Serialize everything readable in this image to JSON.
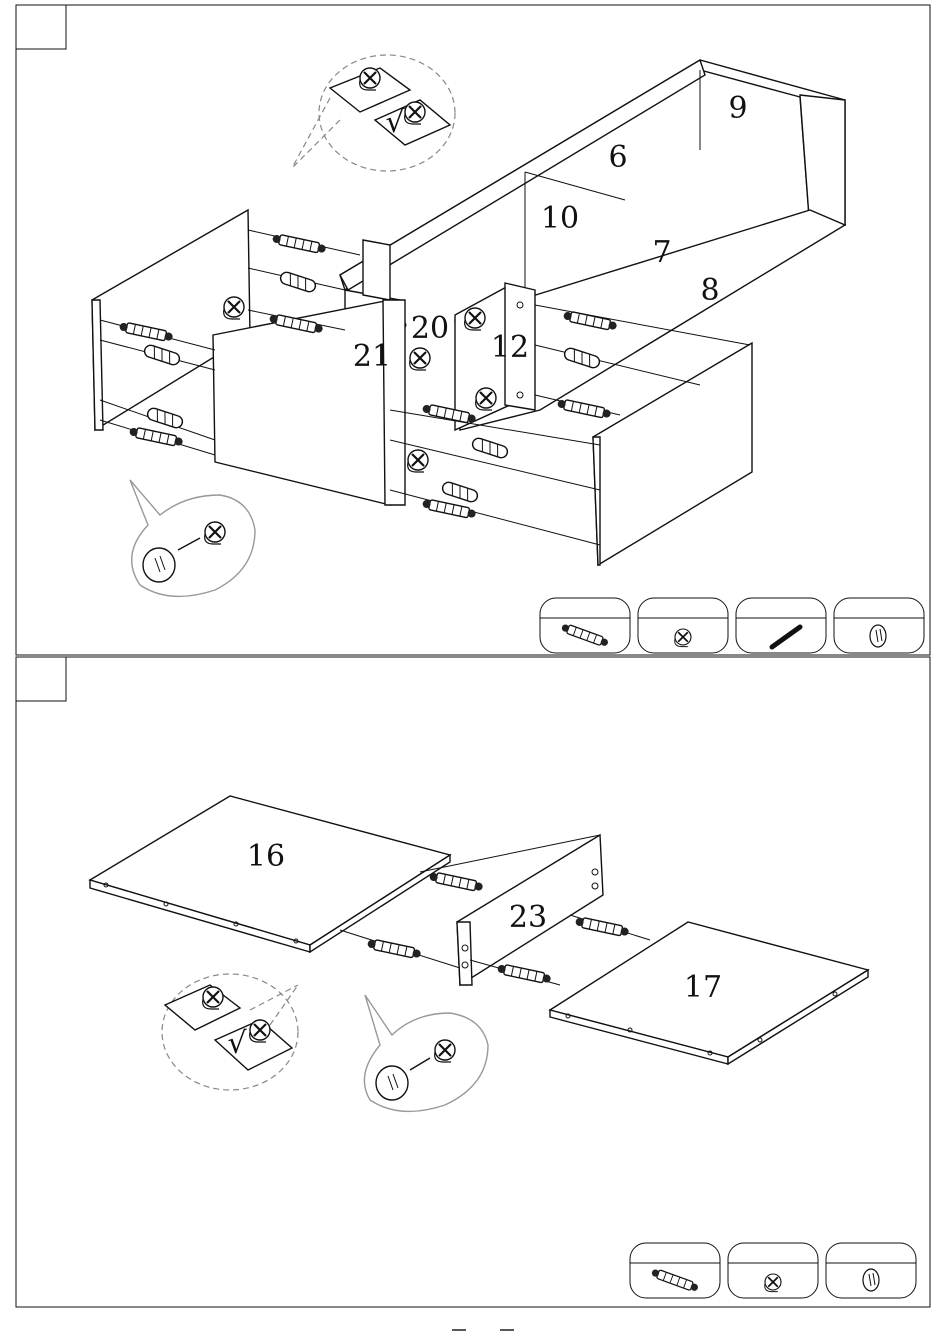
{
  "steps": [
    {
      "step_number": "",
      "part_labels": {
        "p6": "6",
        "p7": "7",
        "p8": "8",
        "p9": "9",
        "p10": "10",
        "p12": "12",
        "p20": "20",
        "p21": "21"
      },
      "detail_mark": "√",
      "hardware_legend": [
        "cam-bolt-icon",
        "cam-lock-icon",
        "wood-dowel-icon",
        "cover-cap-icon"
      ]
    },
    {
      "step_number": "",
      "part_labels": {
        "p16": "16",
        "p17": "17",
        "p23": "23"
      },
      "detail_mark": "√",
      "hardware_legend": [
        "cam-bolt-icon",
        "cam-lock-icon",
        "cover-cap-icon"
      ]
    }
  ]
}
